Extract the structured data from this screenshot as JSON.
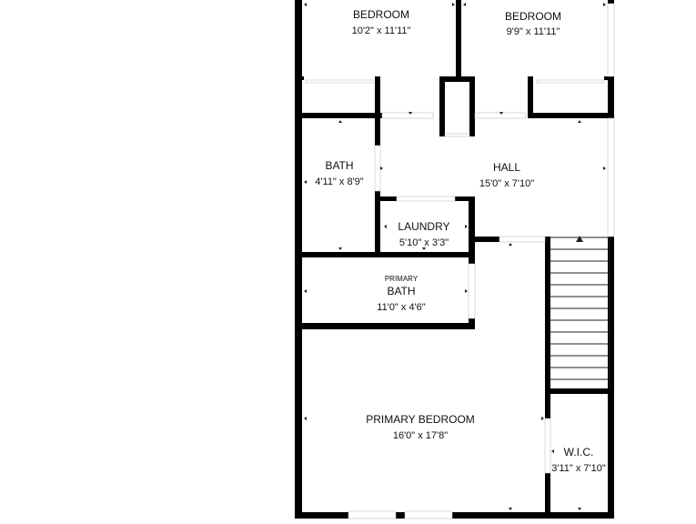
{
  "plan": {
    "colors": {
      "wall": "#000000",
      "background": "#ffffff",
      "window": "#bfbfbf"
    },
    "rooms": {
      "bedroom_left": {
        "name": "BEDROOM",
        "dims": "10'2\" x 11'11\""
      },
      "bedroom_right": {
        "name": "BEDROOM",
        "dims": "9'9\" x 11'11\""
      },
      "bath": {
        "name": "BATH",
        "dims": "4'11\" x 8'9\""
      },
      "hall": {
        "name": "HALL",
        "dims": "15'0\" x 7'10\""
      },
      "laundry": {
        "name": "LAUNDRY",
        "dims": "5'10\" x 3'3\""
      },
      "primary_bath": {
        "sub": "PRIMARY",
        "name": "BATH",
        "dims": "11'0\" x 4'6\""
      },
      "primary_bedroom": {
        "name": "PRIMARY BEDROOM",
        "dims": "16'0\" x 17'8\""
      },
      "wic": {
        "name": "W.I.C.",
        "dims": "3'11\" x 7'10\""
      }
    }
  }
}
